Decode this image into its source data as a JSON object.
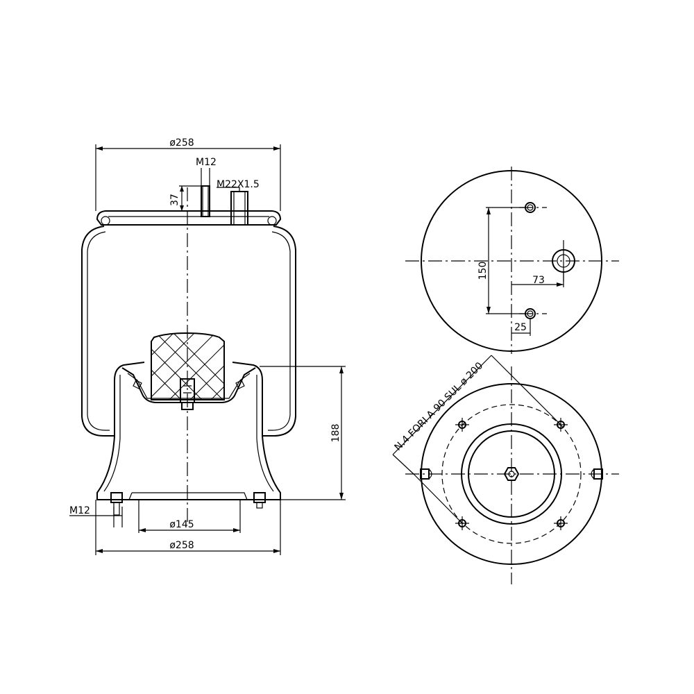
{
  "side_view": {
    "top_diameter": "ø258",
    "top_stud_thread": "M12",
    "air_inlet_thread": "M22X1.5",
    "stud_length": "37",
    "height": "188",
    "bottom_thread": "M12",
    "piston_diameter": "ø145",
    "bottom_diameter": "ø258"
  },
  "top_view": {
    "stud_spacing": "150",
    "inlet_offset": "73",
    "stud_offset": "25"
  },
  "bottom_view": {
    "bolt_note": "N.4 FORI A 90  SUL ø  200"
  }
}
